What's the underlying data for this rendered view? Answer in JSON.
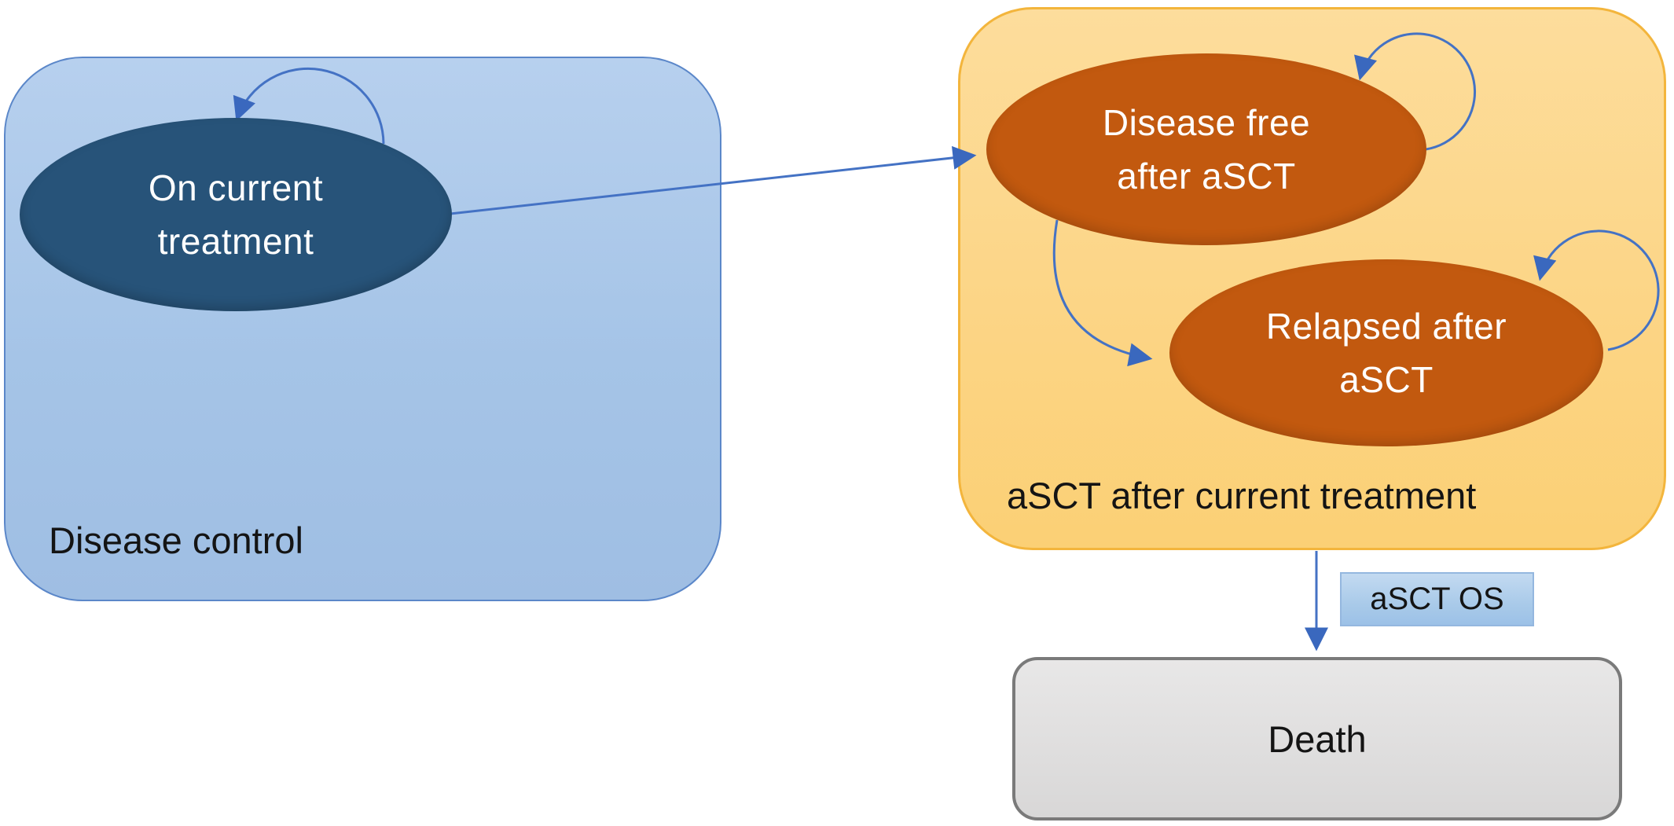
{
  "diagram": {
    "disease_control_group": {
      "label": "Disease control",
      "state_on_current_treatment": {
        "line1": "On current",
        "line2": "treatment"
      }
    },
    "asct_group": {
      "label": "aSCT after current treatment",
      "state_disease_free": {
        "line1": "Disease free",
        "line2": "after aSCT"
      },
      "state_relapsed": {
        "line1": "Relapsed after",
        "line2": "aSCT"
      }
    },
    "transition_label": "aSCT OS",
    "death_state": {
      "label": "Death"
    }
  },
  "colors": {
    "disease_control_box_fill": "#a5c4e7",
    "disease_control_box_border": "#5b87c9",
    "on_current_treatment_fill": "#275379",
    "asct_box_fill": "#fcd586",
    "asct_box_border": "#f3b53c",
    "asct_state_fill": "#c2590f",
    "asct_os_chip_fill": "#a9cae9",
    "death_box_fill": "#dddcdc",
    "death_box_border": "#7a7a7a",
    "arrow": "#4472c4",
    "state_text": "#ffffff",
    "label_text": "#141414"
  }
}
